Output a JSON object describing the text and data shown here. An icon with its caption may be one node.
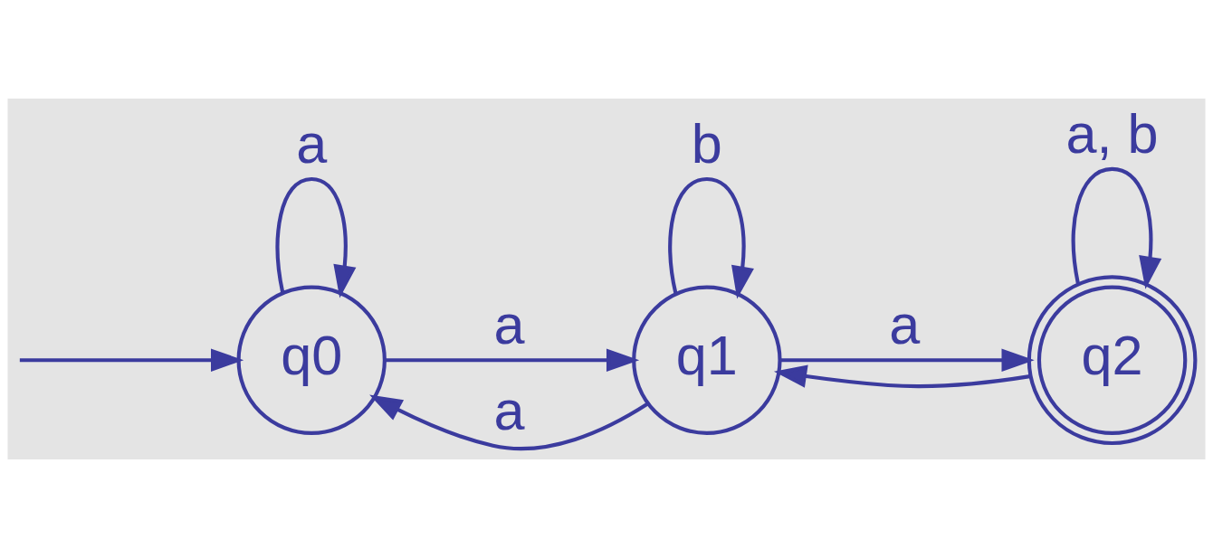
{
  "diagram": {
    "nodes": [
      {
        "text": [
          "q0"
        ]
      },
      {
        "text": [
          "q1"
        ]
      },
      {
        "text": [
          "q2"
        ]
      }
    ],
    "edges": [
      {
        "from": null,
        "to": 0,
        "arrow": "to"
      },
      {
        "from": 0,
        "to": 0,
        "arrow": "to",
        "label": "a"
      },
      {
        "from": 0,
        "to": 1,
        "arrow": "to",
        "label": "a"
      },
      {
        "from": 1,
        "to": 1,
        "arrow": "to",
        "label": "b"
      },
      {
        "from": 1,
        "to": 2,
        "arrow": "to",
        "label": "a"
      },
      {
        "from": 2,
        "to": 2,
        "arrow": "to",
        "label": "a, b"
      },
      {
        "from": 1,
        "to": 0,
        "arrow": "to",
        "label": "a"
      },
      {
        "from": 2,
        "to": 1,
        "arrow": "to"
      }
    ]
  }
}
